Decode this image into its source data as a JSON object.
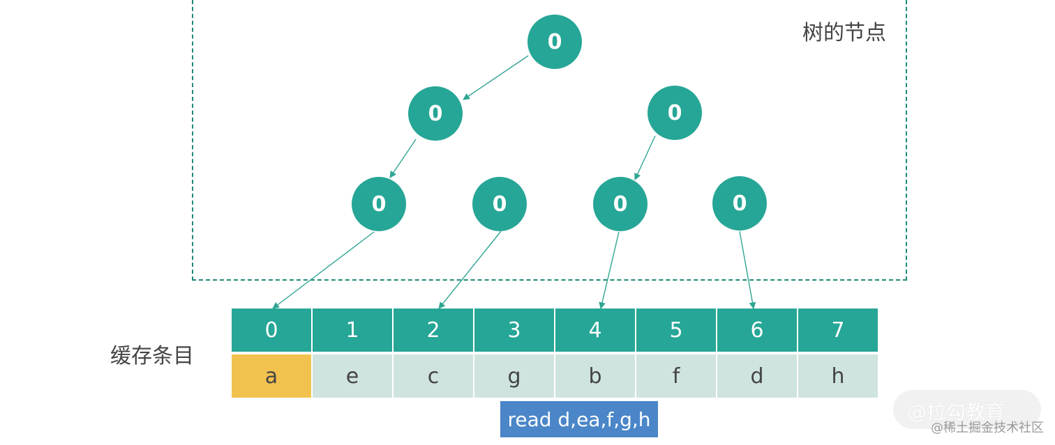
{
  "tree": {
    "title": "树的节点",
    "levels": [
      [
        "0"
      ],
      [
        "0",
        "0"
      ],
      [
        "0",
        "0",
        "0",
        "0"
      ]
    ]
  },
  "cache": {
    "label": "缓存条目",
    "indices": [
      "0",
      "1",
      "2",
      "3",
      "4",
      "5",
      "6",
      "7"
    ],
    "values": [
      "a",
      "e",
      "c",
      "g",
      "b",
      "f",
      "d",
      "h"
    ],
    "highlight_index": 0
  },
  "read_text": "read d,ea,f,g,h",
  "watermark": {
    "line1": "@拉勾教育",
    "line2": "@稀土掘金技术社区"
  },
  "colors": {
    "node": "#26a696",
    "edge": "#2fa592",
    "index_cell": "#26a696",
    "value_cell": "#cfe3df",
    "highlight_cell": "#f2c24e",
    "read_box": "#4a86c8"
  }
}
